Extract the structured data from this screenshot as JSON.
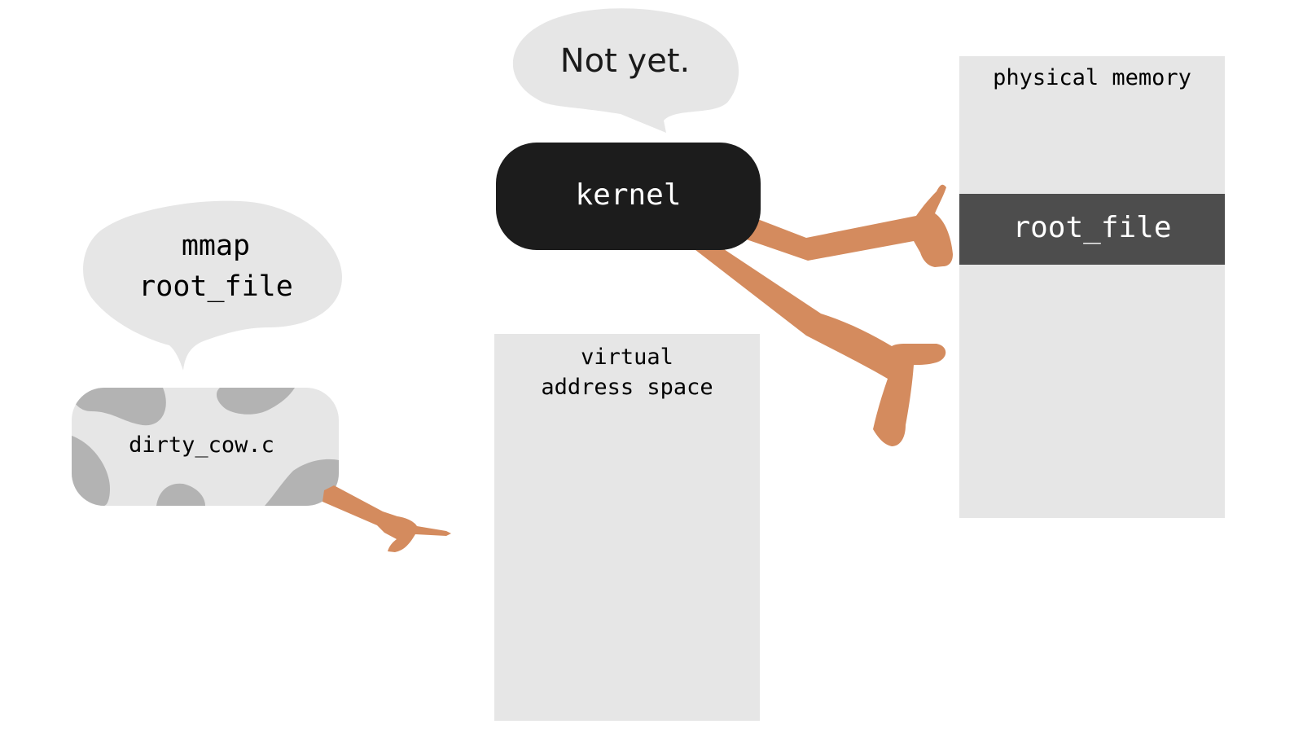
{
  "colors": {
    "panel": "#e6e6e6",
    "kernel": "#1c1c1c",
    "root_file_block": "#4d4d4d",
    "arm": "#d48b5e",
    "cow_spot": "#b3b3b3",
    "bubble": "#e6e6e6"
  },
  "speech": {
    "kernel_says": "Not yet.",
    "process_says_line1": "mmap",
    "process_says_line2": "root_file"
  },
  "kernel": {
    "label": "kernel"
  },
  "process": {
    "label": "dirty_cow.c"
  },
  "virtual_memory": {
    "line1": "virtual",
    "line2": "address space"
  },
  "physical_memory": {
    "label": "physical memory",
    "block_label": "root_file"
  }
}
